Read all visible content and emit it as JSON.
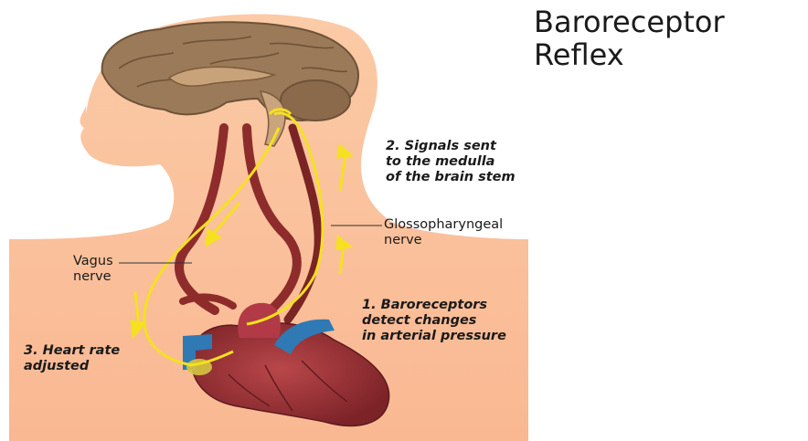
{
  "title": "Baroreceptor\nReflex",
  "labels": {
    "signals": "2. Signals sent\nto the medulla\nof the brain stem",
    "glosso": "Glossopharyngeal\nnerve",
    "vagus": "Vagus\nnerve",
    "baro": "1. Baroreceptors\ndetect changes\nin arterial pressure",
    "heart_rate": "3. Heart rate\nadjusted"
  },
  "colors": {
    "skin": "#fbc5a1",
    "brain": "#9a7a58",
    "vessel": "#8e2c2c",
    "nerve": "#f5e11f",
    "heart": "#a23a3c",
    "vein_blue": "#2f79b5"
  }
}
